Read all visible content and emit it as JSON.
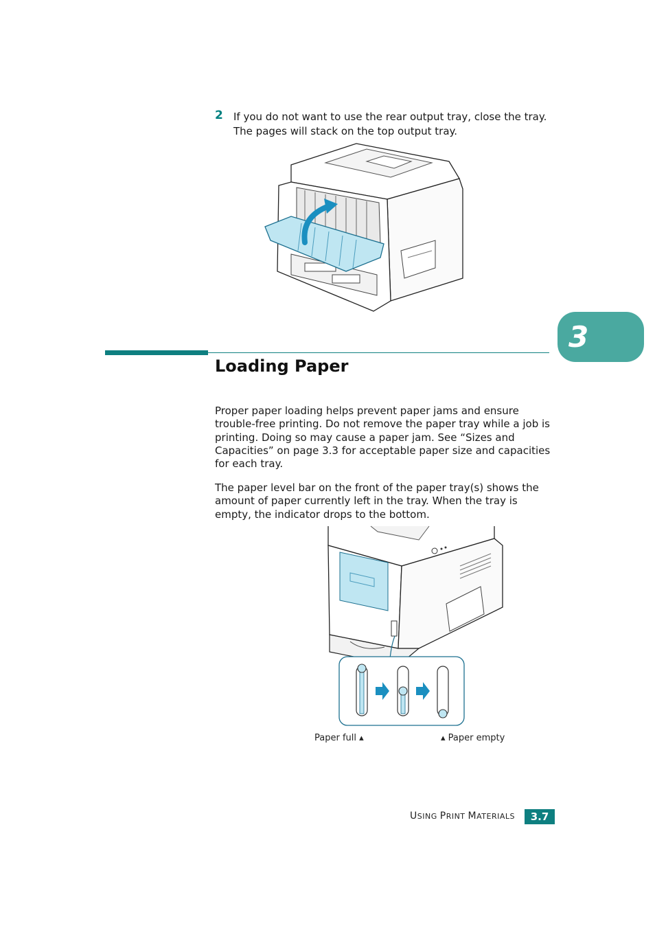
{
  "step": {
    "number": "2",
    "text": "If you do not want to use the rear output tray, close the tray. The pages will stack on the top output tray."
  },
  "section": {
    "title": "Loading Paper",
    "paragraph1": "Proper paper loading helps prevent paper jams and ensure trouble-free printing. Do not remove the paper tray while a job is printing. Doing so may cause a paper jam. See “Sizes and Capacities” on page 3.3 for acceptable paper size and capacities for each tray.",
    "paragraph2": "The paper level bar on the front of the paper tray(s) shows the amount of paper currently left in the tray. When the tray is empty, the indicator drops to the bottom."
  },
  "chapter_tab": "3",
  "figure2": {
    "caption_full": "Paper full",
    "caption_empty": "Paper empty",
    "levels": [
      1.0,
      0.5,
      0.0
    ]
  },
  "footer": {
    "title_parts": [
      "U",
      "SING ",
      "P",
      "RINT ",
      "M",
      "ATERIALS"
    ],
    "page": "3.7"
  },
  "colors": {
    "accent": "#0e7f80",
    "tab": "#4aa9a0",
    "tray_blue": "#bfe6f2",
    "arrow_blue": "#1a8fc0"
  }
}
